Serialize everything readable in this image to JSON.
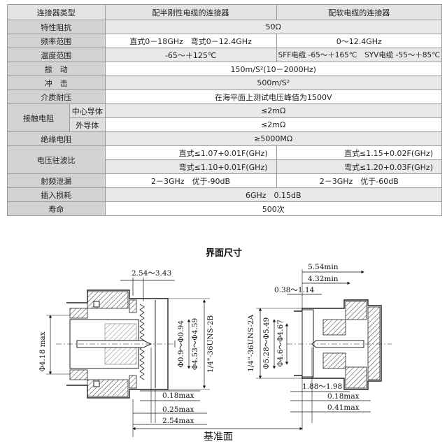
{
  "table": {
    "header": {
      "c0": "连接器类型",
      "c1": "配半刚性电缆的连接器",
      "c2": "配软电缆的连接器"
    },
    "impedance": {
      "label": "特性阻抗",
      "value": "50Ω"
    },
    "freq": {
      "label": "频率范围",
      "rigid": "直式0－18GHz　弯式0－12.4GHz",
      "flex": "0～12.4GHz"
    },
    "temp": {
      "label": "温度范围",
      "rigid": "-65～＋125℃",
      "flex": "SFF电缆 -65～＋165℃　SYV电缆 -55～＋85℃"
    },
    "vibration": {
      "label": "振　动",
      "value": "150m/S²(10－2000Hz)"
    },
    "shock": {
      "label": "冲　击",
      "value": "500m/S²"
    },
    "dielectric": {
      "label": "介质耐压",
      "value": "在海平面上测试电压峰值为1500V"
    },
    "contact": {
      "label": "接触电阻",
      "center_label": "中心导体",
      "center_value": "≤2mΩ",
      "outer_label": "外导体",
      "outer_value": "≤2mΩ"
    },
    "insulation": {
      "label": "绝缘电阻",
      "value": "≥5000MΩ"
    },
    "vswr": {
      "label": "电压驻波比",
      "rigid_straight": "直式≤1.07+0.01F(GHz)",
      "flex_straight": "直式≤1.15+0.02F(GHz)",
      "rigid_bent": "弯式≤1.10+0.01F(GHz)",
      "flex_bent": "弯式≤1.20+0.03F(GHz)"
    },
    "leakage": {
      "label": "射频泄漏",
      "rigid": "2－3GHz　优于-90dB",
      "flex": "2－3GHz　优于-60dB"
    },
    "insertion": {
      "label": "插入损耗",
      "value": "6GHz　0.15dB"
    },
    "life": {
      "label": "寿命",
      "value": "500次"
    }
  },
  "drawing": {
    "title": "界面尺寸",
    "baseline": "基准面",
    "left": {
      "d_top": "2.54～3.43",
      "d_outer": "Φ4.18 max",
      "d_pin": "Φ0.9～Φ0.94",
      "d_bore": "Φ4.53～Φ4.59",
      "d_thread": "1/4\"-36UNS-2B",
      "d_b1": "0.18max",
      "d_b2": "0.25max",
      "d_b3": "2.54max"
    },
    "right": {
      "d_t1": "5.54min",
      "d_t2": "4.32min",
      "d_t3": "0.38～1.14",
      "d_thread": "1/4\"-36UNS-2A",
      "d_od": "Φ5.28～Φ5.49",
      "d_id": "Φ4.6～Φ4.67",
      "d_b1": "1.88～1.98",
      "d_b2": "0.18max",
      "d_b3": "0.41max"
    }
  }
}
